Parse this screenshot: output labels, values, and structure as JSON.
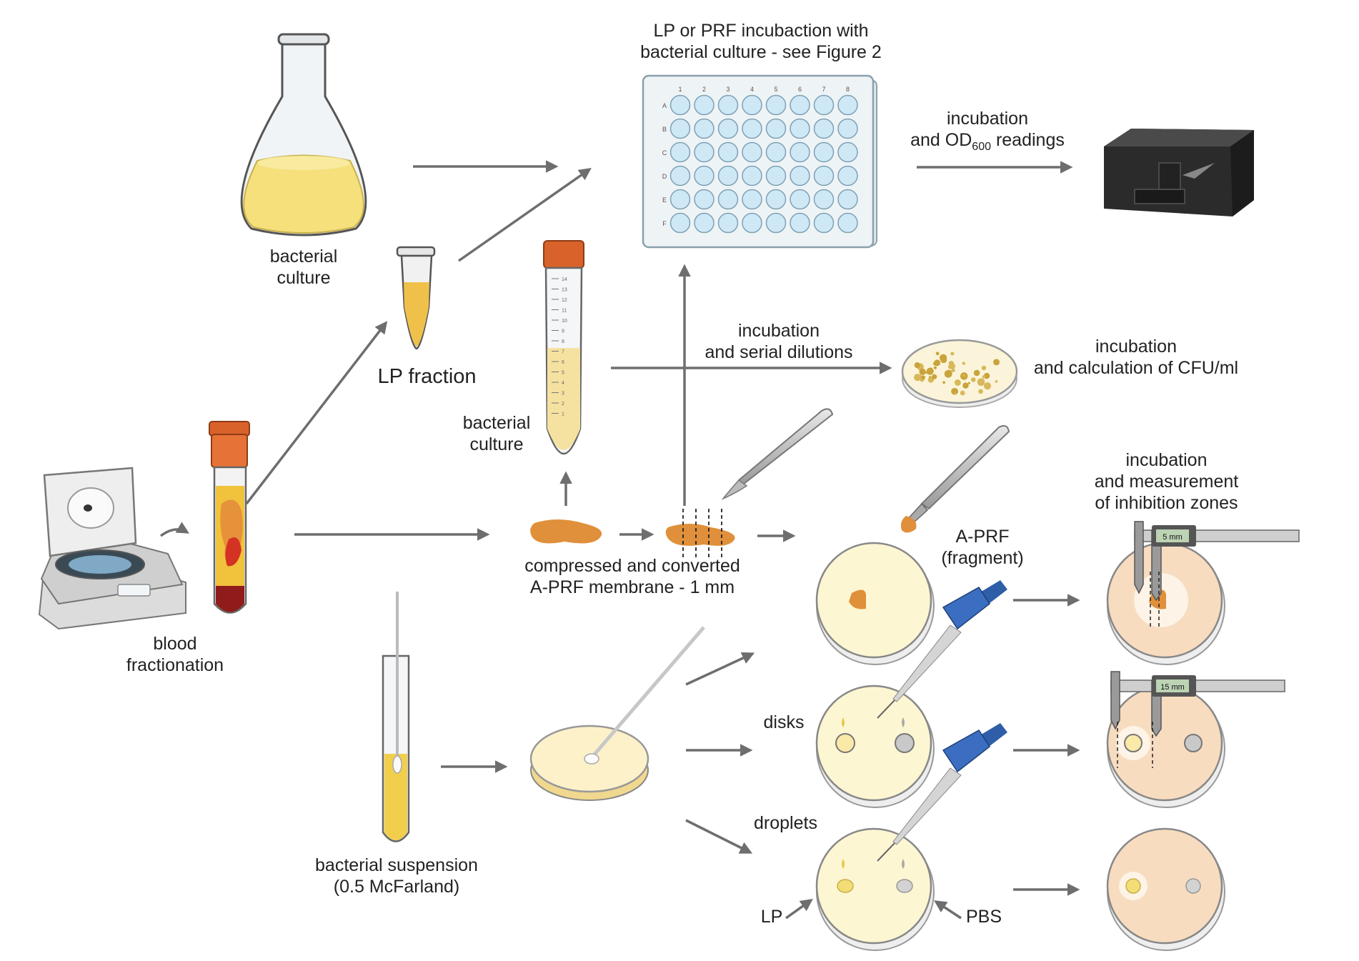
{
  "labels": {
    "plate_title": [
      "LP or PRF incubaction with",
      "bacterial culture - see Figure 2"
    ],
    "od_readings": [
      "incubation",
      "and OD",
      "600",
      " readings"
    ],
    "flask_label": [
      "bacterial",
      "culture"
    ],
    "lp_fraction": "LP fraction",
    "tube_label": [
      "bacterial",
      "culture"
    ],
    "serial_dilutions": [
      "incubation",
      "and serial dilutions"
    ],
    "cfu": [
      "incubation",
      "and calculation of CFU/ml"
    ],
    "inhibition": [
      "incubation",
      "and measurement",
      "of inhibition zones"
    ],
    "aprf_fragment": [
      "A-PRF",
      "(fragment)"
    ],
    "membrane": [
      "compressed and converted",
      "A-PRF membrane - 1 mm"
    ],
    "blood": [
      "blood",
      "fractionation"
    ],
    "disks": "disks",
    "droplets": "droplets",
    "lp": "LP",
    "pbs": "PBS",
    "suspension": [
      "bacterial suspension",
      "(0.5 McFarland)"
    ],
    "caliper_1": "5 mm",
    "caliper_2": "15 mm"
  },
  "plate": {
    "columns": [
      "1",
      "2",
      "3",
      "4",
      "5",
      "6",
      "7",
      "8"
    ],
    "rows": [
      "A",
      "B",
      "C",
      "D",
      "E",
      "F"
    ]
  },
  "tube_scale": [
    "14",
    "13",
    "12",
    "11",
    "10",
    "9",
    "8",
    "7",
    "6",
    "5",
    "4",
    "3",
    "2",
    "1"
  ],
  "colors": {
    "arrow": "#6e6e6e",
    "culture_yellow": "#f4dc7a",
    "prf_orange": "#e0903a",
    "cap_orange": "#d9622b",
    "well_blue": "#cfe8f5",
    "agar_yellow": "#fdf6d2",
    "agar_peach": "#f8dcc0",
    "pipette_blue": "#2f5ea8"
  }
}
